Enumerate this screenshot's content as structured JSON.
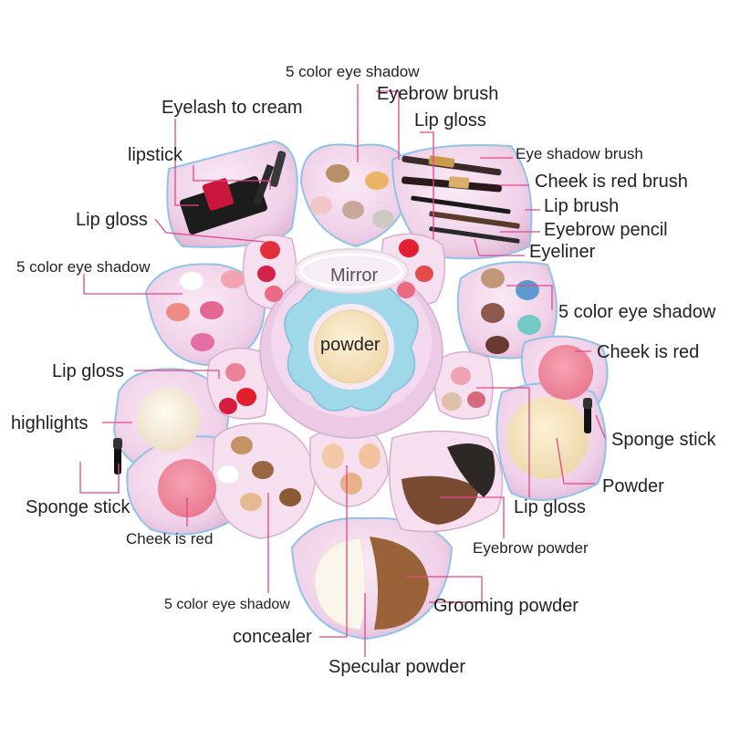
{
  "diagram": {
    "labels": {
      "eyeshadow_top": "5 color eye shadow",
      "eyebrow_brush": "Eyebrow brush",
      "eyelash_cream": "Eyelash to cream",
      "lip_gloss_top": "Lip gloss",
      "lipstick": "lipstick",
      "eyeshadow_brush": "Eye shadow brush",
      "cheek_brush": "Cheek is red brush",
      "lip_brush": "Lip brush",
      "eyebrow_pencil": "Eyebrow pencil",
      "lip_gloss_left": "Lip gloss",
      "eyeliner": "Eyeliner",
      "eyeshadow_left": "5 color eye shadow",
      "mirror": "Mirror",
      "eyeshadow_right": "5 color eye shadow",
      "powder_center": "powder",
      "cheek_right": "Cheek is red",
      "lip_gloss_mid_left": "Lip gloss",
      "highlights": "highlights",
      "sponge_right": "Sponge stick",
      "powder_right": "Powder",
      "sponge_left": "Sponge stick",
      "lip_gloss_right": "Lip gloss",
      "cheek_left": "Cheek is red",
      "eyebrow_powder": "Eyebrow powder",
      "eyeshadow_bottom": "5 color eye shadow",
      "grooming_powder": "Grooming powder",
      "concealer": "concealer",
      "specular_powder": "Specular powder"
    },
    "colors": {
      "leader_line": "#e2468a",
      "case_pink": "#f1d3ea",
      "case_shadow": "#d5afcf",
      "case_rim": "#8fc4e6",
      "mirror_frame": "#9fd8e8"
    }
  }
}
